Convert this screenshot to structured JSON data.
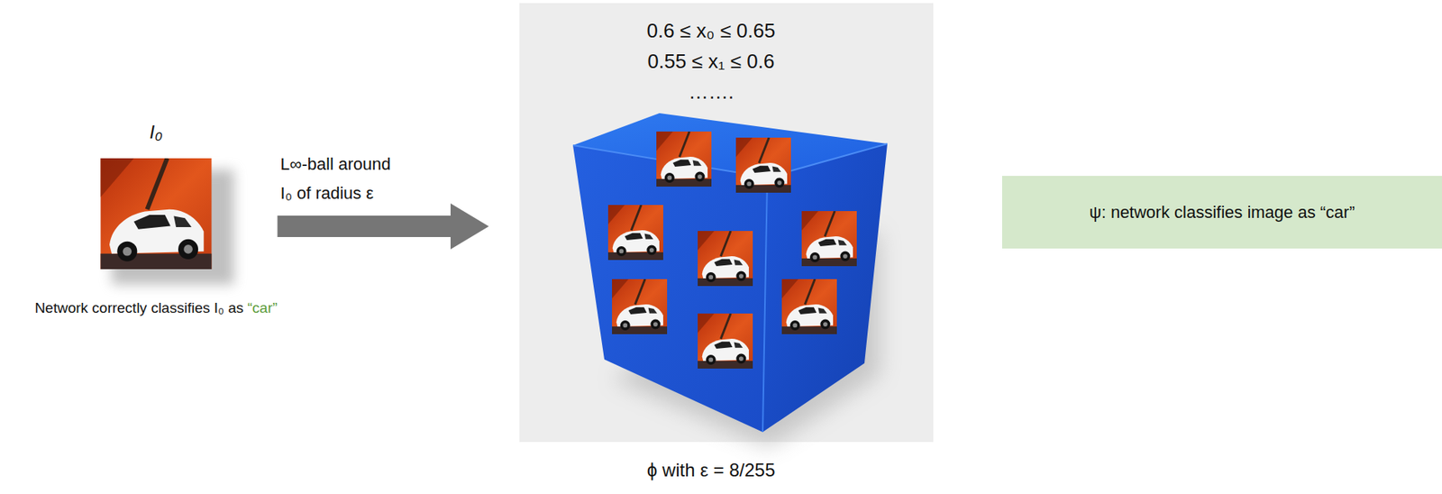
{
  "diagram": {
    "nodes": [
      {
        "text": [
          "I₀",
          "Network correctly classifies I₀ as “car”"
        ]
      },
      {
        "text": [
          "0.6 ≤ x₀ ≤ 0.65",
          "0.55 ≤ x₁ ≤ 0.6",
          "…….",
          "ϕ with ε = 8/255"
        ]
      },
      {
        "text": [
          "ψ: network classifies image as “car”"
        ]
      }
    ],
    "edges": [
      {
        "from": 0,
        "to": 1,
        "arrow": "to",
        "label": "L∞-ball around I₀ of radius ε"
      }
    ]
  }
}
